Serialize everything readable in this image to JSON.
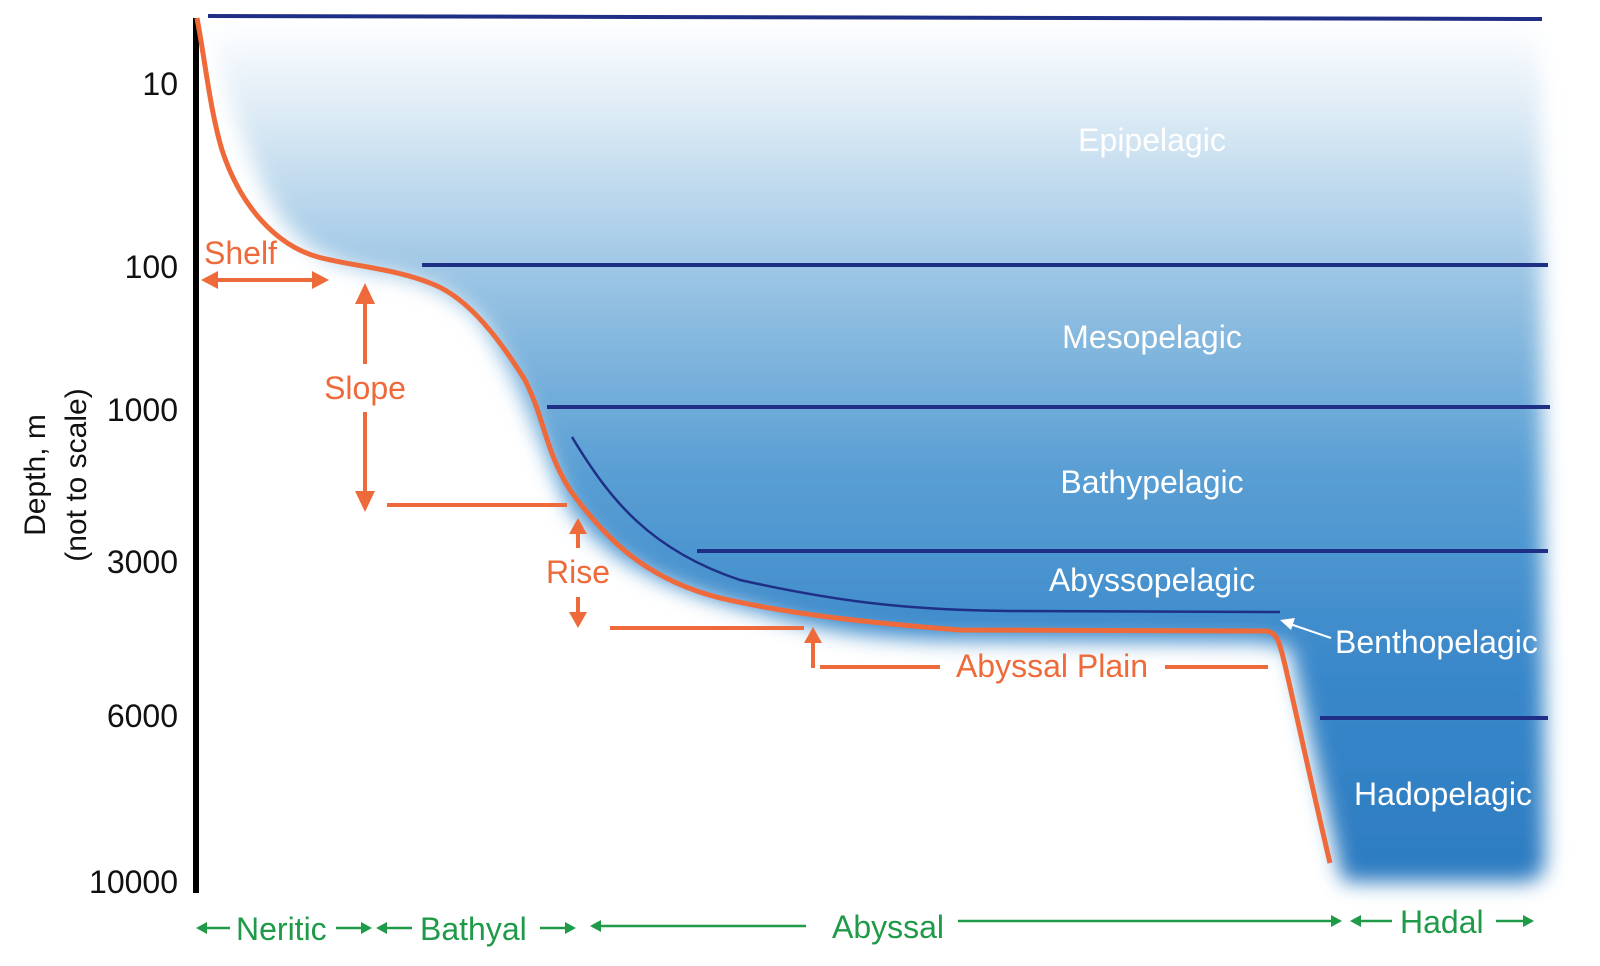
{
  "axis": {
    "label_line1": "Depth, m",
    "label_line2": "(not to scale)",
    "ticks": [
      "10",
      "100",
      "1000",
      "3000",
      "6000",
      "10000"
    ]
  },
  "zones": {
    "epipelagic": "Epipelagic",
    "mesopelagic": "Mesopelagic",
    "bathypelagic": "Bathypelagic",
    "abyssopelagic": "Abyssopelagic",
    "benthopelagic": "Benthopelagic",
    "hadopelagic": "Hadopelagic"
  },
  "features": {
    "shelf": "Shelf",
    "slope": "Slope",
    "rise": "Rise",
    "abyssal_plain": "Abyssal Plain"
  },
  "provinces": {
    "neritic": "Neritic",
    "bathyal": "Bathyal",
    "abyssal": "Abyssal",
    "hadal": "Hadal"
  },
  "colors": {
    "water_top": "#ffffff",
    "water_deep": "#2d7cc1",
    "layer_lines": "#1f2f86",
    "seafloor": "#ef6a3a",
    "provinces": "#1f9a48",
    "zone_text": "#ffffff"
  }
}
